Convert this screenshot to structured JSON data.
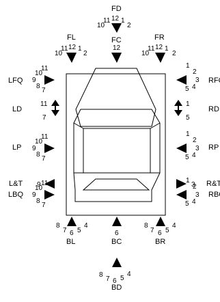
{
  "labels": {
    "FD": "FD",
    "FL": "FL",
    "FC": "FC",
    "FR": "FR",
    "LFQ": "LFQ",
    "RFQ": "RFQ",
    "LD": "LD",
    "RD": "RD",
    "LP": "LP",
    "RP": "RP",
    "LT": "L&T",
    "RT": "R&T",
    "LBQ": "LBQ",
    "RBQ": "RBQ",
    "BL": "BL",
    "BC": "BC",
    "BR": "BR",
    "BD": "BD"
  },
  "clock": {
    "n1": "1",
    "n2": "2",
    "n3": "3",
    "n4": "4",
    "n5": "5",
    "n6": "6",
    "n7": "7",
    "n8": "8",
    "n9": "9",
    "n10": "10",
    "n11": "11",
    "n12": "12"
  }
}
